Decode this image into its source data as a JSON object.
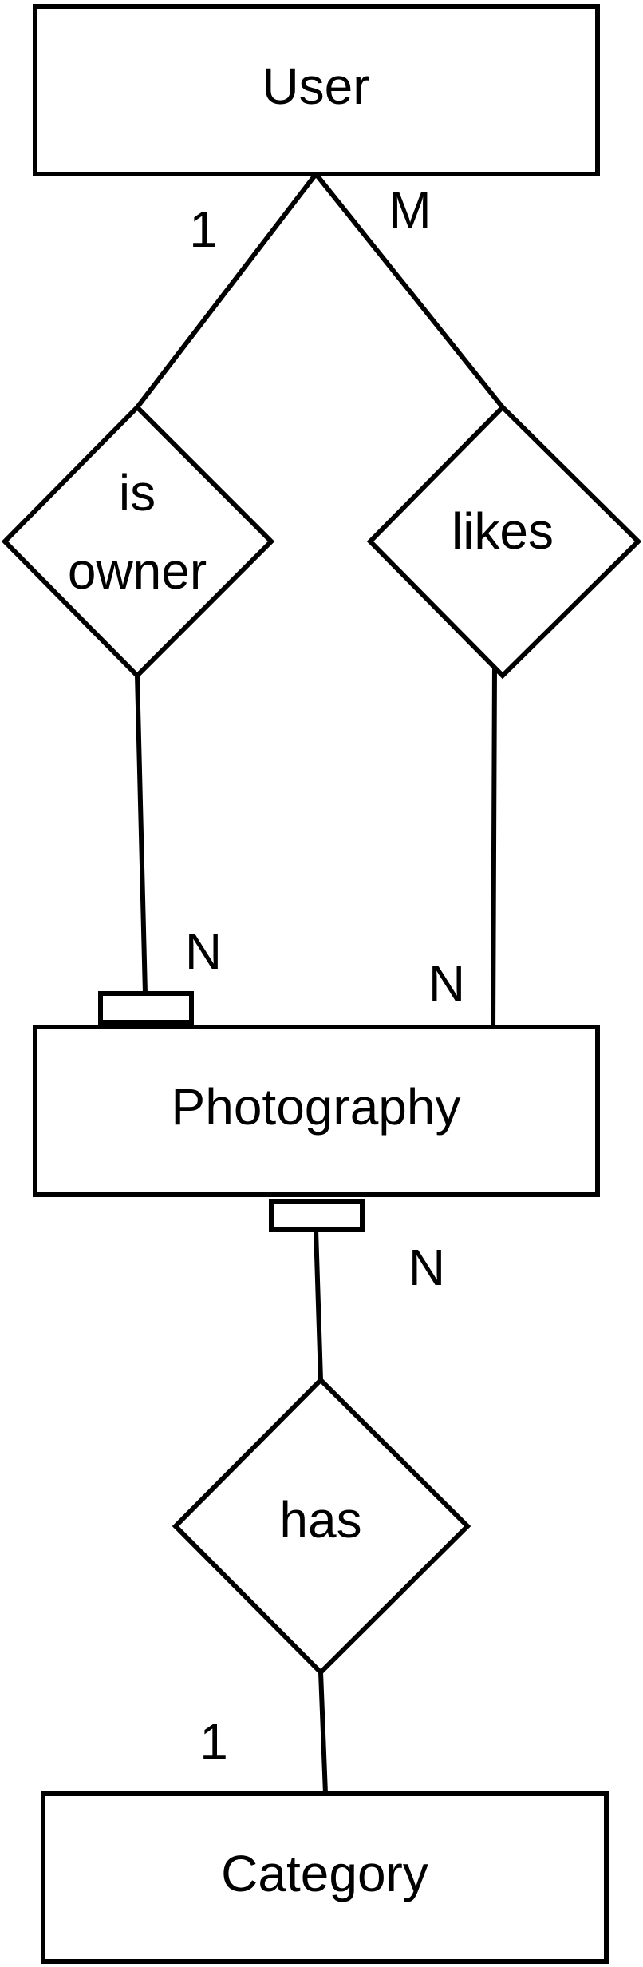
{
  "entities": {
    "user": "User",
    "photography": "Photography",
    "category": "Category"
  },
  "relationships": {
    "is_owner_line1": "is",
    "is_owner_line2": "owner",
    "likes": "likes",
    "has": "has"
  },
  "cardinalities": {
    "user_is_owner": "1",
    "user_likes": "M",
    "photography_is_owner": "N",
    "photography_likes": "N",
    "photography_has": "N",
    "category_has": "1"
  },
  "colors": {
    "stroke": "#000000",
    "background": "#ffffff"
  }
}
